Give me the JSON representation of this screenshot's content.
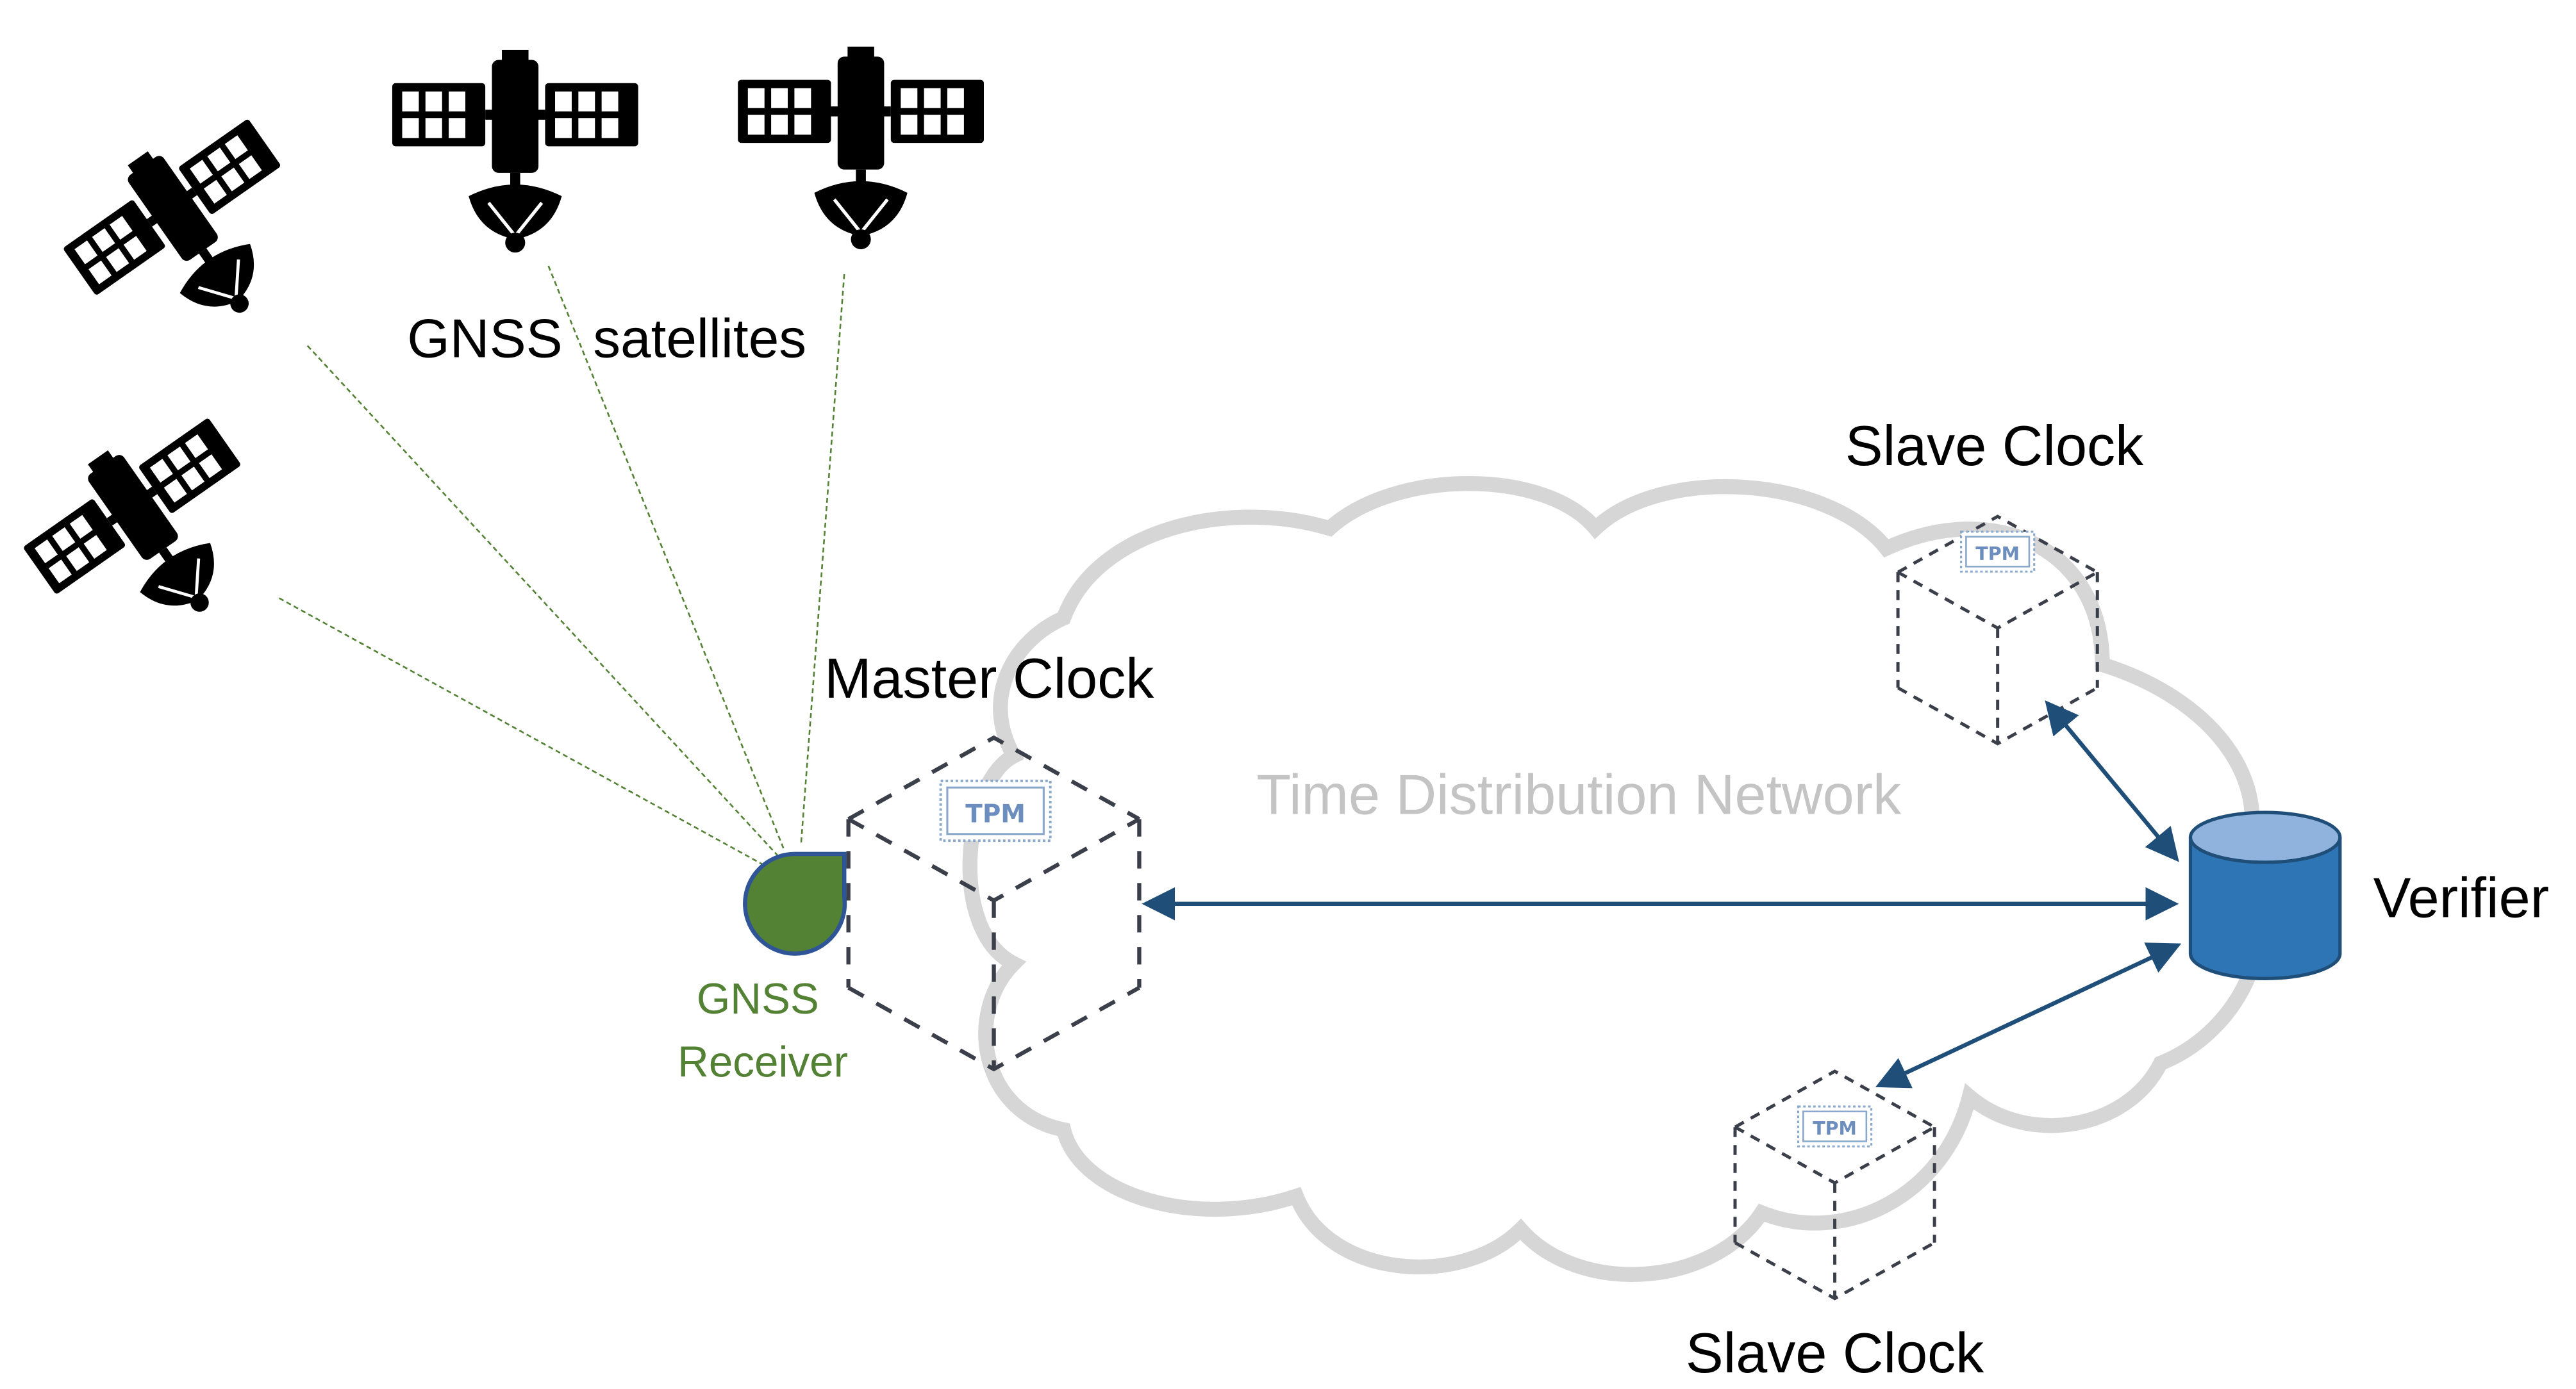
{
  "labels": {
    "satellites": "GNSS  satellites",
    "receiver_line1": "GNSS",
    "receiver_line2": "Receiver",
    "master_clock": "Master Clock",
    "network": "Time Distribution Network",
    "slave_clock_top": "Slave Clock",
    "slave_clock_bottom": "Slave Clock",
    "verifier": "Verifier",
    "tpm": "TPM"
  },
  "icons": {
    "satellite": "satellite-icon",
    "receiver": "gnss-antenna-icon",
    "clock_node": "dashed-cube-icon",
    "tpm_chip": "tpm-chip-icon",
    "verifier": "database-cylinder-icon",
    "network": "cloud-outline-icon"
  },
  "colors": {
    "ink": "#000000",
    "cloud": "#d6d6d6",
    "network_text": "#c4c4c4",
    "receiver_fill": "#548235",
    "receiver_stroke": "#2f5597",
    "receiver_text": "#548235",
    "signal": "#548235",
    "arrow": "#1f4e79",
    "cube": "#3a3f4a",
    "tpm_text": "#6c8ebf",
    "verifier_fill": "#2e75b6",
    "verifier_top": "#8fb3dc",
    "verifier_stroke": "#1f4e79"
  }
}
